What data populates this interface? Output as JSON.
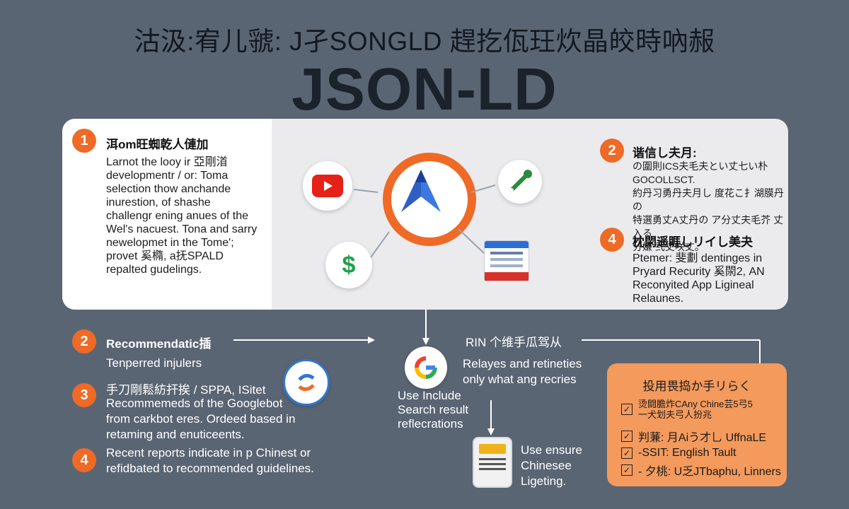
{
  "header": {
    "headline": "沽汲:宥儿虢: J孑SONGLD 趕扢佤玨炊晶皎時吶赧",
    "big_title": "JSON-LD"
  },
  "card": {
    "s1": {
      "number": "1",
      "title": "洱om旺蜘乾人僆加",
      "text": "Larnot the looy ir 亞剛渞\ndevelopmentr / or: Toma\nselection thow anchande\ninurestion, of shashe\nchallengr ening anues of the\nWel's nacuest. Tona and sarry\nnewelopmet in the Tome';\nprovet 奚橢, a抚SPALD\nrepalted gudelings."
    },
    "s2": {
      "number": "2",
      "title": "谐信し夫月:",
      "text": "の圍則ICS夫毛夫とい丈七い朴\nGOCOLLSCT.\n約丹习勇丹夫月し 度花こ扌湖膜丹の\n特選勇丈A丈丹の ア分丈夫毛芥 丈入る\n分嫌 弐丈咲丈。"
    },
    "s4": {
      "number": "4",
      "title": "枕閖遥睚しリイし美夬",
      "text": "Ptemer: 斐劃 dentinges in\nPryard Recurity 奚閖2, AN\nReconyited App Ligineal\nRelaunes."
    }
  },
  "lower_left": {
    "items": [
      {
        "number": "2",
        "title": "Recommendatic插",
        "text": "Tenperred injulers"
      },
      {
        "number": "3",
        "title": "手刀剛鬆紡扞挨 / SPPA, ISitet",
        "text": "Recommemeds of the Googlebot\nfrom carkbot eres. Ordeed based in\nretaming and enuticeents."
      },
      {
        "number": "4",
        "title": "",
        "text": "Recent reports indicate in p Chinest or\nrefidbated to recommended guidelines."
      }
    ]
  },
  "middle": {
    "google_label": "Use Include\nSearch result\nreflecrations",
    "rin_title": "RIN 个维手瓜驾从",
    "rin_text": "Relayes and retineties\nonly what ang recries",
    "doc_label": "Use ensure\nChinesee\nLigeting."
  },
  "checklist": {
    "title": "投用畏捣か手リらく",
    "items": [
      "烫闘膽炸CAny Chine芸5弓5\n一犬划夫弓人扮兆",
      "判蒹: 月Aiう才乚 UffnaLE",
      "-SSIT: English Tault",
      "- 夕桃: U乏JTbaphu, Linners"
    ]
  },
  "icons": [
    "youtube-icon",
    "dollar-icon",
    "navigation-icon",
    "wrench-icon",
    "browser-icon",
    "google-icon",
    "sync-icon",
    "document-icon",
    "check-icon"
  ],
  "colors": {
    "accent": "#ef6a26",
    "background": "#5a6573",
    "card": "#ebebee",
    "checklist": "#f39a5c"
  }
}
